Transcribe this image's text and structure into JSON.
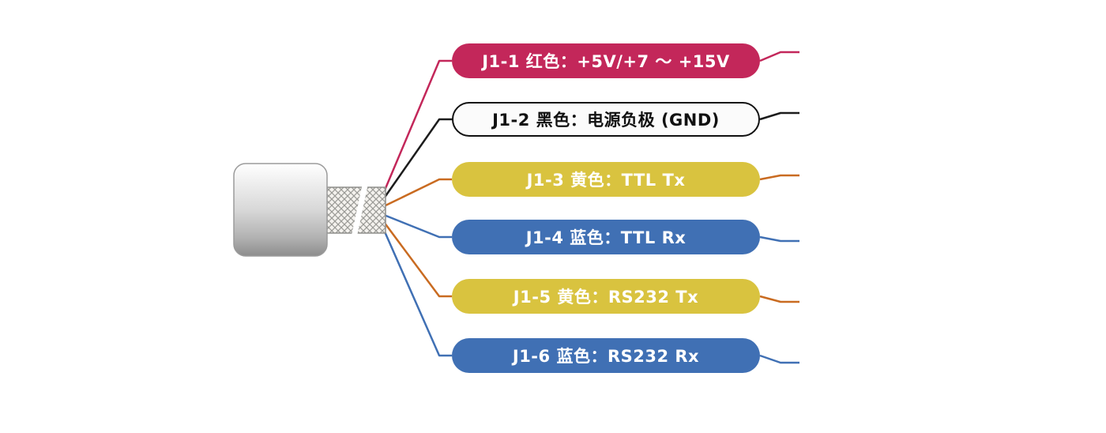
{
  "colors": {
    "crimson": "#c3275a",
    "black": "#1c1c1c",
    "yellow": "#d9c33f",
    "blue": "#4070b4",
    "orange": "#c96b21",
    "white_pill_bg": "#fbfbfb"
  },
  "rows": [
    {
      "label": "J1-1 红色：+5V/+7 ～ +15V",
      "pill_color": "crimson",
      "wire_color": "#c3275a"
    },
    {
      "label": "J1-2 黑色：电源负极 (GND)",
      "pill_color": "white",
      "wire_color": "#1c1c1c"
    },
    {
      "label": "J1-3 黄色：TTL  Tx",
      "pill_color": "yellow",
      "wire_color": "#c96b21"
    },
    {
      "label": "J1-4 蓝色：TTL Rx",
      "pill_color": "blue",
      "wire_color": "#4070b4"
    },
    {
      "label": "J1-5 黄色：RS232 Tx",
      "pill_color": "yellow",
      "wire_color": "#c96b21"
    },
    {
      "label": "J1-6 蓝色：RS232 Rx",
      "pill_color": "blue",
      "wire_color": "#4070b4"
    }
  ]
}
